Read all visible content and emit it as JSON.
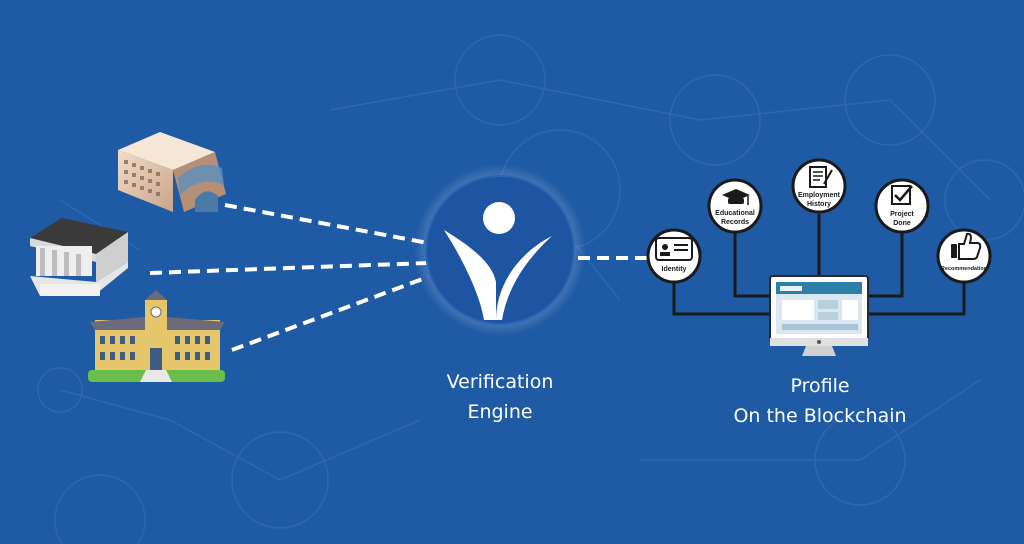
{
  "engine": {
    "line1": "Verification",
    "line2": "Engine"
  },
  "profile": {
    "line1": "Profile",
    "line2": "On the Blockchain"
  },
  "nodes": {
    "identity": "Identity",
    "educational_1": "Educational",
    "educational_2": "Records",
    "employment_1": "Employment",
    "employment_2": "History",
    "project_1": "Project",
    "project_2": "Done",
    "recommendation": "Recommendation"
  },
  "colors": {
    "background": "#1f5aa5",
    "engine_circle": "#1d55a3",
    "connector": "#ffffff",
    "node_line": "#1a1a1a"
  }
}
